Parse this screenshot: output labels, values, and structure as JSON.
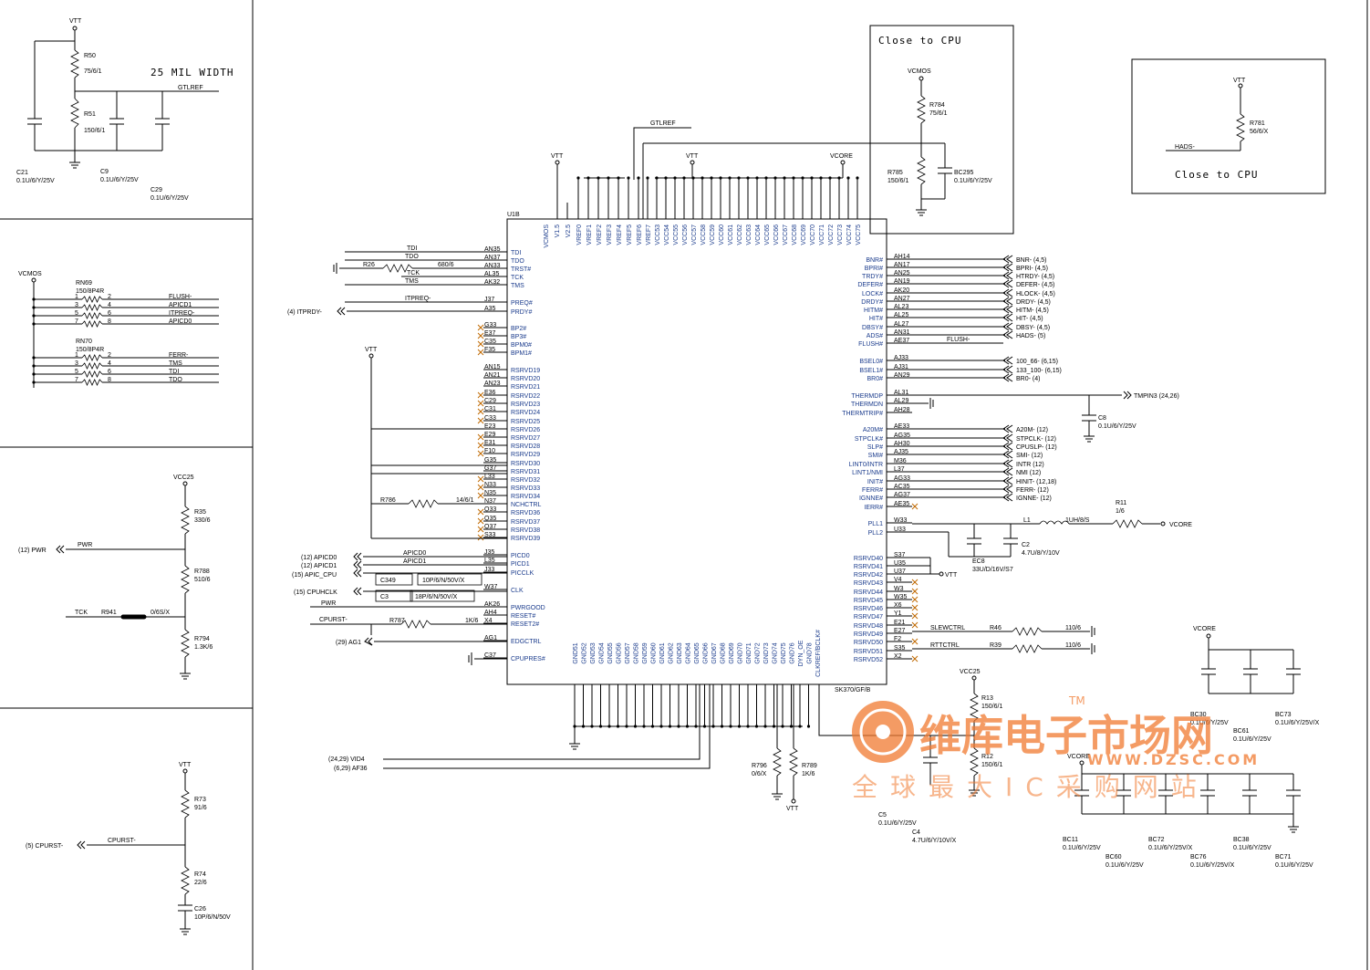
{
  "top_left": {
    "vtt": "VTT",
    "r50": "R50",
    "r50_val": "75/6/1",
    "r51": "R51",
    "r51_val": "150/6/1",
    "width_note": "25 MIL WIDTH",
    "net": "GTLREF",
    "c21": "C21",
    "c21_val": "0.1U/6/Y/25V",
    "c9": "C9",
    "c9_val": "0.1U/6/Y/25V",
    "c29": "C29",
    "c29_val": "0.1U/6/Y/25V"
  },
  "rn_block": {
    "vcmos": "VCMOS",
    "rn69": "RN69",
    "rn69_val": "150/8P4R",
    "rn69_nets": [
      "FLUSH-",
      "APICD1",
      "ITPREQ-",
      "APICD0"
    ],
    "rn70": "RN70",
    "rn70_val": "150/8P4R",
    "rn70_nets": [
      "FERR-",
      "TMS",
      "TDI",
      "TDO"
    ],
    "pins": [
      "1",
      "2",
      "3",
      "4",
      "5",
      "6",
      "7",
      "8"
    ]
  },
  "pwr_block": {
    "vcc25": "VCC25",
    "r35": "R35",
    "r35_val": "330/6",
    "pwr_ref": "(12)  PWR",
    "pwr_net": "PWR",
    "r788": "R788",
    "r788_val": "510/6",
    "tck": "TCK",
    "r941": "R941",
    "r941_val": "0/6S/X",
    "r794": "R794",
    "r794_val": "1.3K/6"
  },
  "cpurst_block": {
    "vtt": "VTT",
    "r73": "R73",
    "r73_val": "91/6",
    "ref": "(5)  CPURST-",
    "net": "CPURST-",
    "r74": "R74",
    "r74_val": "22/6",
    "c26": "C26",
    "c26_val": "10P/6/N/50V"
  },
  "close_box1": {
    "title": "Close to CPU",
    "vcmos": "VCMOS",
    "r784": "R784",
    "r784_val": "75/6/1",
    "r785": "R785",
    "r785_val": "150/6/1",
    "bc295": "BC295",
    "bc295_val": "0.1U/6/Y/25V"
  },
  "close_box2": {
    "title": "Close to CPU",
    "vtt": "VTT",
    "r781": "R781",
    "r781_val": "56/6/X",
    "net": "HADS-"
  },
  "chip": {
    "ref": "U1B",
    "part": "SK370/GF/B",
    "gtlref": "GTLREF",
    "vtt": "VTT",
    "vtt2": "VTT",
    "vcore": "VCORE",
    "top_pins": [
      "VCMOS",
      "V1.5",
      "V2.5",
      "VREF0",
      "VREF1",
      "VREF2",
      "VREF3",
      "VREF4",
      "VREF5",
      "VREF6",
      "VREF7",
      "VCC53",
      "VCC54",
      "VCC55",
      "VCC56",
      "VCC57",
      "VCC58",
      "VCC59",
      "VCC60",
      "VCC61",
      "VCC62",
      "VCC63",
      "VCC64",
      "VCC65",
      "VCC66",
      "VCC67",
      "VCC68",
      "VCC69",
      "VCC70",
      "VCC71",
      "VCC72",
      "VCC73",
      "VCC74",
      "VCC75"
    ],
    "left_pins": [
      "TDI",
      "TDO",
      "TRST#",
      "TCK",
      "TMS",
      "PREQ#",
      "PRDY#",
      "BP2#",
      "BP3#",
      "BPM0#",
      "BPM1#",
      "RSRVD19",
      "RSRVD20",
      "RSRVD21",
      "RSRVD22",
      "RSRVD23",
      "RSRVD24",
      "RSRVD25",
      "RSRVD26",
      "RSRVD27",
      "RSRVD28",
      "RSRVD29",
      "RSRVD30",
      "RSRVD31",
      "RSRVD32",
      "RSRVD33",
      "RSRVD34",
      "NCHCTRL",
      "RSRVD36",
      "RSRVD37",
      "RSRVD38",
      "RSRVD39",
      "PICD0",
      "PICD1",
      "PICCLK",
      "CLK",
      "PWRGOOD",
      "RESET#",
      "RESET2#",
      "EDGCTRL",
      "CPUPRES#"
    ],
    "right_pins": [
      "BNR#",
      "BPRI#",
      "TRDY#",
      "DEFER#",
      "LOCK#",
      "DRDY#",
      "HITM#",
      "HIT#",
      "DBSY#",
      "ADS#",
      "FLUSH#",
      "BSEL0#",
      "BSEL1#",
      "BR0#",
      "THERMDP",
      "THERMDN",
      "THERMTRIP#",
      "A20M#",
      "STPCLK#",
      "SLP#",
      "SMI#",
      "LINT0/INTR",
      "LINT1/NMI",
      "INIT#",
      "FERR#",
      "IGNNE#",
      "IERR#",
      "PLL1",
      "PLL2",
      "RSRVD40",
      "RSRVD41",
      "RSRVD42",
      "RSRVD43",
      "RSRVD44",
      "RSRVD45",
      "RSRVD46",
      "RSRVD47",
      "RSRVD48",
      "RSRVD49",
      "RSRVD50",
      "RSRVD51",
      "RSRVD52"
    ],
    "bottom_pins": [
      "GND51",
      "GND52",
      "GND53",
      "GND54",
      "GND55",
      "GND56",
      "GND57",
      "GND58",
      "GND59",
      "GND60",
      "GND61",
      "GND62",
      "GND63",
      "GND64",
      "GND65",
      "GND66",
      "GND67",
      "GND68",
      "GND69",
      "GND70",
      "GND71",
      "GND72",
      "GND73",
      "GND74",
      "GND75",
      "GND76",
      "DYN_OE",
      "GND78",
      "CLKREF/BCLK#"
    ]
  },
  "left_nets": {
    "tdi": "TDI",
    "tdo": "TDO",
    "tck": "TCK",
    "tms": "TMS",
    "r26": "R26",
    "r26_val": "680/6",
    "itpreq": "ITPREQ-",
    "itprdy_ref": "(4)  ITPRDY-",
    "r786": "R786",
    "r786_val": "14/6/1",
    "apicd0": "APICD0",
    "apicd1": "APICD1",
    "apicd0_ref": "(12)  APICD0",
    "apicd1_ref": "(12)  APICD1",
    "apic_cpu_ref": "(15)  APIC_CPU",
    "c349": "C349",
    "c349_val": "10P/6/N/50V/X",
    "cpuhclk_ref": "(15)  CPUHCLK",
    "c3": "C3",
    "c3_val": "18P/6/N/50V/X",
    "pwr": "PWR",
    "cpurst": "CPURST-",
    "r787": "R787",
    "r787_val": "1K/6",
    "ag1_ref": "(29)  AG1",
    "vid4_ref": "(24,29)  VID4",
    "af36_ref": "(6,29)  AF36",
    "pins": [
      "AN35",
      "AN37",
      "AN33",
      "AL35",
      "AK32",
      "J37",
      "A35",
      "G33",
      "E37",
      "C35",
      "F35",
      "AN15",
      "AN21",
      "AN23",
      "E36",
      "C29",
      "C31",
      "C33",
      "E23",
      "E29",
      "E31",
      "F10",
      "G35",
      "G37",
      "L33",
      "N33",
      "N35",
      "N37",
      "Q33",
      "Q35",
      "Q37",
      "S33",
      "J35",
      "L35",
      "J33",
      "W37",
      "AK26",
      "AH4",
      "X4",
      "AG1",
      "C37"
    ]
  },
  "right_nets": {
    "labels": [
      "BNR-  (4,5)",
      "BPRI-  (4,5)",
      "HTRDY-  (4,5)",
      "DEFER-  (4,5)",
      "HLOCK-  (4,5)",
      "DRDY-  (4,5)",
      "HITM-  (4,5)",
      "HIT-  (4,5)",
      "DBSY-  (4,5)",
      "HADS-  (5)"
    ],
    "flush": "FLUSH-",
    "bsel": [
      "100_66-  (6,15)",
      "133_100-  (6,15)",
      "BR0-  (4)"
    ],
    "tmpin": "TMPIN3  (24,26)",
    "c8": "C8",
    "c8_val": "0.1U/6/Y/25V",
    "sig": [
      "A20M-  (12)",
      "STPCLK-  (12)",
      "CPUSLP-  (12)",
      "SMI-  (12)",
      "INTR  (12)",
      "NMI  (12)",
      "HINIT-  (12,18)",
      "FERR-  (12)",
      "IGNNE-  (12)"
    ],
    "l1": "L1",
    "l1_val": "1UH/8/S",
    "r11": "R11",
    "r11_val": "1/6",
    "vcore": "VCORE",
    "c2": "C2",
    "c2_val": "4.7U/8/Y/10V",
    "ec8": "EC8",
    "ec8_val": "33U/D/16V/S7",
    "vtt": "VTT",
    "slewctrl": "SLEWCTRL",
    "r46": "R46",
    "r46_val": "110/6",
    "rttctrl": "RTTCTRL",
    "r39": "R39",
    "r39_val": "110/6",
    "pins": [
      "AH14",
      "AN17",
      "AN25",
      "AN19",
      "AK20",
      "AN27",
      "AL23",
      "AL25",
      "AL27",
      "AN31",
      "AE37",
      "AJ33",
      "AJ31",
      "AN29",
      "AL31",
      "AL29",
      "AH28",
      "AE33",
      "AG35",
      "AH30",
      "AJ35",
      "M36",
      "L37",
      "AG33",
      "AC35",
      "AG37",
      "AE35",
      "W33",
      "U33",
      "S37",
      "U35",
      "U37",
      "V4",
      "W3",
      "W35",
      "X6",
      "Y1",
      "E21",
      "E27",
      "F2",
      "S35",
      "X2"
    ]
  },
  "bottom": {
    "r796": "R796",
    "r796_val": "0/6/X",
    "r789": "R789",
    "r789_val": "1K/6",
    "vtt": "VTT",
    "vcc25": "VCC25",
    "r13": "R13",
    "r13_val": "150/6/1",
    "r12": "R12",
    "r12_val": "150/6/1",
    "c5": "C5",
    "c5_val": "0.1U/6/Y/25V",
    "c4": "C4",
    "c4_val": "4.7U/6/Y/10V/X",
    "vcore": "VCORE",
    "vcore2": "VCORE",
    "caps_a": [
      {
        "ref": "BC30",
        "val": "0.1U/6/Y/25V"
      },
      {
        "ref": "BC61",
        "val": "0.1U/6/Y/25V"
      },
      {
        "ref": "BC73",
        "val": "0.1U/6/Y/25V/X"
      }
    ],
    "caps_b": [
      {
        "ref": "BC11",
        "val": "0.1U/6/Y/25V"
      },
      {
        "ref": "BC60",
        "val": "0.1U/6/Y/25V"
      },
      {
        "ref": "BC72",
        "val": "0.1U/6/Y/25V/X"
      },
      {
        "ref": "BC76",
        "val": "0.1U/6/Y/25V/X"
      },
      {
        "ref": "BC38",
        "val": "0.1U/6/Y/25V"
      },
      {
        "ref": "BC71",
        "val": "0.1U/6/Y/25V"
      }
    ]
  },
  "watermark": {
    "brand": "维库电子市场网",
    "url": "WWW.DZSC.COM",
    "slogan": "全球最大IC采购网站",
    "tm": "TM"
  },
  "colors": {
    "line": "#000000",
    "pin_label": "#1a3b8c",
    "no_connect": "#c06a00",
    "watermark": "#f07a30"
  }
}
